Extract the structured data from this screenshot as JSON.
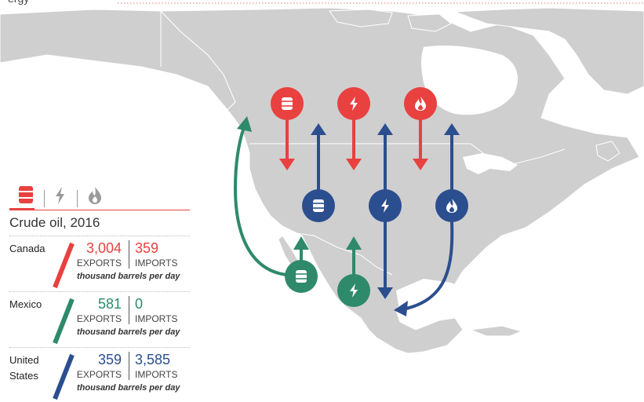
{
  "colors": {
    "canada": "#e8413f",
    "mexico": "#2e8a6a",
    "united_states": "#2b4e8f",
    "land": "#cfcfcf",
    "water": "#ffffff"
  },
  "header": {
    "fragment": "ergy"
  },
  "tabs": [
    {
      "icon": "oil-barrel-icon",
      "active": true
    },
    {
      "icon": "lightning-bolt-icon",
      "active": false
    },
    {
      "icon": "gas-flame-icon",
      "active": false
    }
  ],
  "panel": {
    "title": "Crude oil, 2016",
    "unit_label": "thousand barrels per day",
    "exports_label": "EXPORTS",
    "imports_label": "IMPORTS",
    "rows": [
      {
        "country": "Canada",
        "exports": "3,004",
        "imports": "359",
        "color": "#e8413f"
      },
      {
        "country": "Mexico",
        "exports": "581",
        "imports": "0",
        "color": "#2e8a6a"
      },
      {
        "country": "United States",
        "exports": "359",
        "imports": "3,585",
        "color": "#2b4e8f"
      }
    ]
  },
  "map_markers": [
    {
      "name": "canada-oil-marker",
      "icon": "oil-barrel-icon",
      "color": "#e8413f"
    },
    {
      "name": "canada-electricity-marker",
      "icon": "lightning-bolt-icon",
      "color": "#e8413f"
    },
    {
      "name": "canada-gas-marker",
      "icon": "gas-flame-icon",
      "color": "#e8413f"
    },
    {
      "name": "us-oil-marker",
      "icon": "oil-barrel-icon",
      "color": "#2b4e8f"
    },
    {
      "name": "us-electricity-marker",
      "icon": "lightning-bolt-icon",
      "color": "#2b4e8f"
    },
    {
      "name": "us-gas-marker",
      "icon": "gas-flame-icon",
      "color": "#2b4e8f"
    },
    {
      "name": "mexico-oil-marker",
      "icon": "oil-barrel-icon",
      "color": "#2e8a6a"
    },
    {
      "name": "mexico-electricity-marker",
      "icon": "lightning-bolt-icon",
      "color": "#2e8a6a"
    }
  ]
}
